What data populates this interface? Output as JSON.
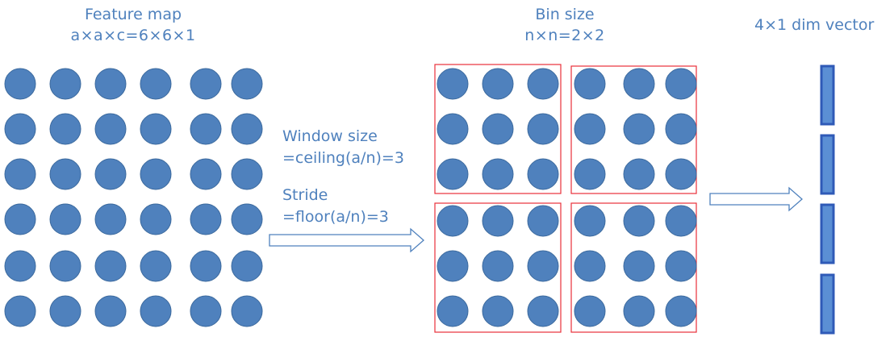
{
  "feature_map": {
    "title": "Feature map",
    "dims": "a×a×c=6×6×1",
    "rows": 6,
    "cols": 6
  },
  "bins": {
    "title": "Bin size",
    "dims": "n×n=2×2",
    "grid": 2,
    "cells_per_bin": 3
  },
  "pooling": {
    "window_label": "Window size",
    "window_value": "=ceiling(a/n)=3",
    "stride_label": "Stride",
    "stride_value": "=floor(a/n)=3"
  },
  "vector": {
    "title": "4×1 dim vector",
    "count": 4
  },
  "colors": {
    "circle": "#4f81bd",
    "circle_stroke": "#3c6a9e",
    "bin_border": "#e8303a",
    "arrow": "#4f81bd",
    "text": "#4f81bd",
    "bar_fill": "#5b8fd4",
    "bar_stroke": "#2f5ab7"
  }
}
